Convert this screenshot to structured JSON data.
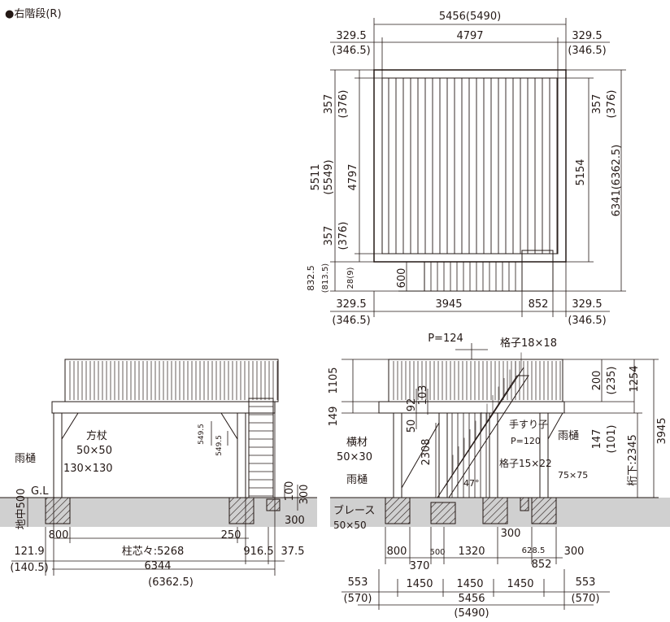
{
  "title": "●右階段(R)",
  "plan": {
    "total_w": "5456(5490)",
    "side_l": "329.5",
    "side_l2": "(346.5)",
    "inner_w": "4797",
    "side_r": "329.5",
    "side_r2": "(346.5)",
    "left_top": "357",
    "left_top2": "(376)",
    "left_total": "5511",
    "left_total2": "(5549)",
    "left_mid": "4797",
    "left_bot": "357",
    "left_bot2": "(376)",
    "left_stair": "832.5",
    "left_stair2": "(813.5)",
    "left_stair3": "28(9)",
    "stair_depth": "600",
    "right_top": "357",
    "right_top2": "(376)",
    "right_mid": "5154",
    "right_total": "6341(6362.5)",
    "bot_l": "329.5",
    "bot_l2": "(346.5)",
    "bot_mid": "3945",
    "bot_stair": "852",
    "bot_r": "329.5",
    "bot_r2": "(346.5)"
  },
  "left_elev": {
    "hoshizue": "方杖",
    "hoshizue_size": "50×50",
    "post_size": "130×130",
    "amadoi": "雨樋",
    "gl": "G.L",
    "underground": "地中500",
    "d1": "549.5",
    "d2": "549.5",
    "d3": "100",
    "d4": "300",
    "d5": "300",
    "d6": "800",
    "d7": "250",
    "d8": "121.9",
    "d9": "(140.5)",
    "post_span": "柱芯々:5268",
    "d10": "916.5",
    "d11": "37.5",
    "total": "6344",
    "total2": "(6362.5)"
  },
  "right_elev": {
    "p124": "P=124",
    "koshi": "格子18×18",
    "h1105": "1105",
    "h149": "149",
    "h92": "92",
    "h103": "103",
    "h50": "50",
    "h2308": "2308",
    "yokozai": "横材",
    "yokozai_size": "50×30",
    "amadoi": "雨樋",
    "brace": "ブレース",
    "brace_size": "50×50",
    "tesuri": "手すり子",
    "p120": "P=120",
    "koshi2": "格子15×22",
    "angle": "47°",
    "amadoi_r": "雨樋",
    "post75": "75×75",
    "h200": "200",
    "h235": "(235)",
    "h147": "147",
    "h101": "(101)",
    "h1254": "1254",
    "ketashita": "桁下:2345",
    "h3945": "3945",
    "d300a": "300",
    "d800": "800",
    "d500": "500",
    "d1320": "1320",
    "d370": "370",
    "d6285": "628.5",
    "d852": "852",
    "d300b": "300",
    "d553": "553",
    "d570": "(570)",
    "d1450a": "1450",
    "d1450b": "1450",
    "d1450c": "1450",
    "d553r": "553",
    "d570r": "(570)",
    "total": "5456",
    "total2": "(5490)"
  }
}
